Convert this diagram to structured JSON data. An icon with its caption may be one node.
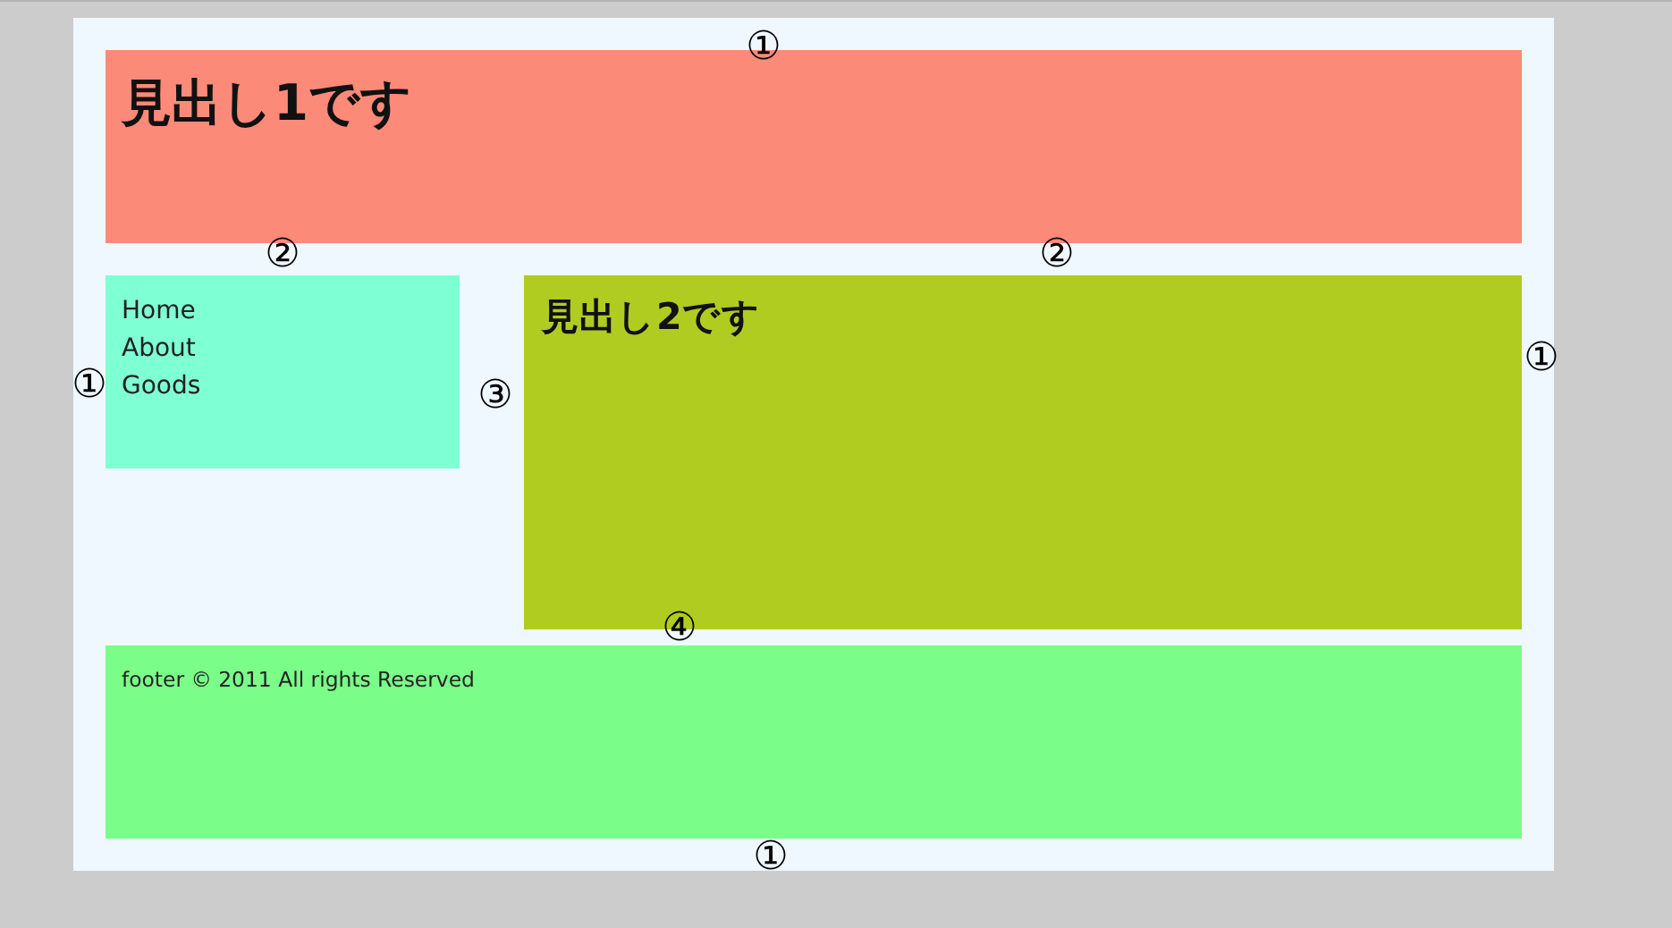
{
  "diagram": {
    "nodes": [
      {
        "text": [],
        "shape": "box"
      },
      {
        "text": [
          "見出し1です"
        ],
        "in": 0
      },
      {
        "text": [
          "Home",
          "About",
          "Goods"
        ],
        "in": 0
      },
      {
        "text": [
          "見出し2です"
        ],
        "in": 0
      },
      {
        "text": [
          "footer © 2011 All rights Reserved"
        ],
        "in": 0
      }
    ],
    "labels": [
      "①",
      "②",
      "②",
      "①",
      "③",
      "①",
      "④",
      "①"
    ]
  }
}
